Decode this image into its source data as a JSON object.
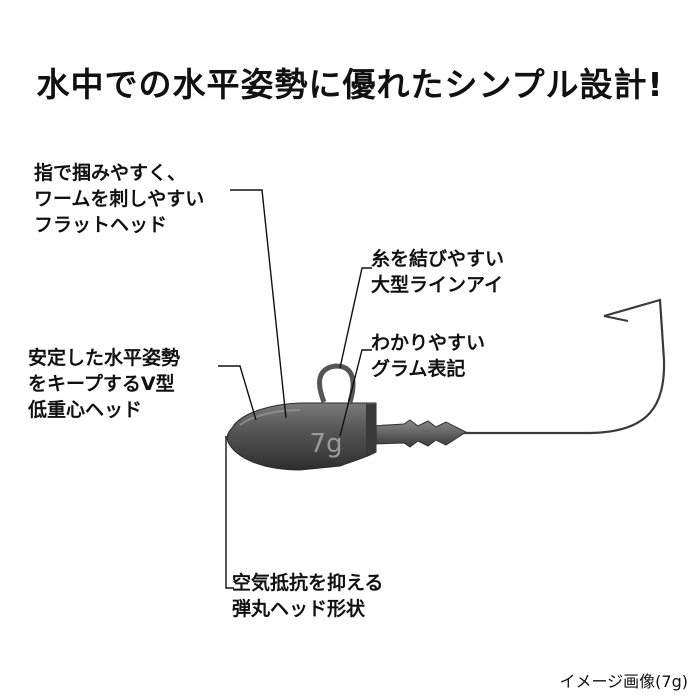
{
  "headline": "水中での水平姿勢に優れたシンプル設計!",
  "callouts": {
    "flat_head": [
      "指で掴みやすく、",
      "ワームを刺しやすい",
      "フラットヘッド"
    ],
    "line_eye": [
      "糸を結びやすい",
      "大型ラインアイ"
    ],
    "gram_mark": [
      "わかりやすい",
      "グラム表記"
    ],
    "v_weight": [
      "安定した水平姿勢",
      "をキープするV型",
      "低重心ヘッド"
    ],
    "bullet_shape": [
      "空気抵抗を抑える",
      "弾丸ヘッド形状"
    ]
  },
  "product": {
    "weight_mark": "7g"
  },
  "caption": "イメージ画像(7g)",
  "colors": {
    "text": "#111111",
    "background": "#ffffff",
    "metal_dark": "#4a4a4a",
    "metal_light": "#8a8a8a"
  }
}
